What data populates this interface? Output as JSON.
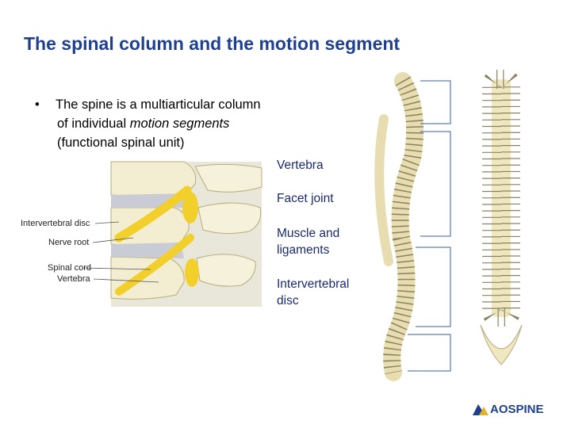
{
  "slide": {
    "title": "The spinal column and the motion segment",
    "bullet": {
      "line1": "The spine is a multiarticular column",
      "line2_pre": "of individual ",
      "line2_em": "motion segments",
      "line3": "(functional spinal unit)"
    },
    "legend": {
      "vertebra": "Vertebra",
      "facet_joint": "Facet joint",
      "muscle_l1": "Muscle and",
      "muscle_l2": "ligaments",
      "disc_l1": "Intervertebral",
      "disc_l2": "disc"
    },
    "anatomy_labels": {
      "intervertebral_disc": "Intervertebral disc",
      "nerve_root": "Nerve root",
      "spinal_cord": "Spinal cord",
      "vertebra": "Vertebra"
    },
    "logo": {
      "ao": "AO",
      "spine": "SPINE"
    }
  },
  "colors": {
    "title": "#1f3f8f",
    "legend_text": "#1a2a6e",
    "bone": "#f3eed2",
    "bone_shade": "#d8cf9e",
    "nerve": "#f2cf2a",
    "bracket": "#3a5cae"
  }
}
